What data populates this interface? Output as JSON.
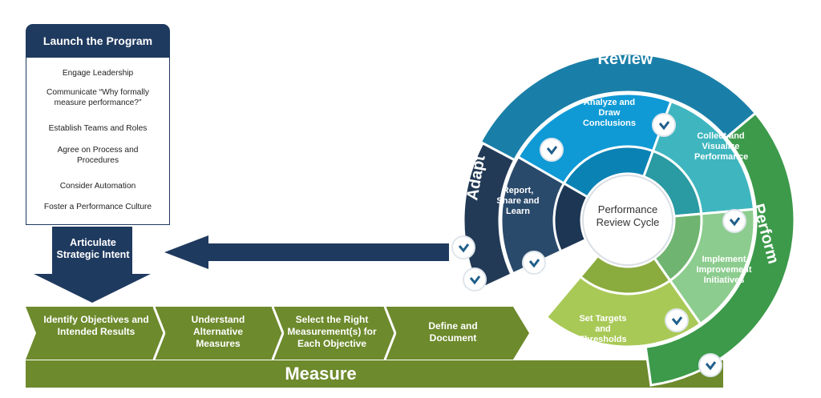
{
  "launch": {
    "title": "Launch the Program",
    "items": [
      "Engage Leadership",
      "Communicate “Why formally measure performance?”",
      "Establish Teams and Roles",
      "Agree on Process and Procedures",
      "Consider Automation",
      "Foster a Performance Culture"
    ]
  },
  "intent": {
    "label": "Articulate Strategic Intent"
  },
  "measure": {
    "title": "Measure",
    "steps": [
      "Identify Objectives and Intended Results",
      "Understand Alternative Measures",
      "Select the Right Measurement(s) for Each Objective",
      "Define and Document"
    ]
  },
  "cycle": {
    "center": "Performance Review Cycle",
    "outer": [
      "Review",
      "Perform",
      "Adapt"
    ],
    "segments": [
      "Analyze and Draw Conclusions",
      "Collect and Visualize Performance",
      "Implement Improvement Initiatives",
      "Set Targets and Thresholds",
      "Report, Share and Learn"
    ]
  },
  "colors": {
    "navy": "#1f3a5f",
    "olive": "#6d8a2c",
    "review_blue": "#1a7fa8",
    "perform_green": "#3c9a4a",
    "adapt_navy": "#233a56"
  }
}
